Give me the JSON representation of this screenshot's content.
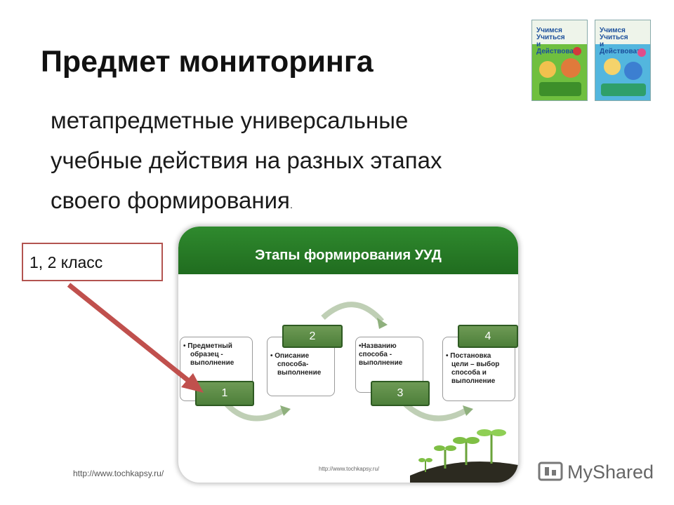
{
  "slide": {
    "title": "Предмет мониторинга",
    "subtitle_lines": [
      "метапредметные универсальные",
      "учебные действия на разных этапах",
      "своего формирования"
    ],
    "subtitle_end": "."
  },
  "books": [
    {
      "title_line1": "Учимся",
      "title_line2": "Учиться",
      "title_line3": "и Действовать",
      "color": "#6fbf3f"
    },
    {
      "title_line1": "Учимся",
      "title_line2": "Учиться",
      "title_line3": "и Действовать",
      "color": "#53b6de"
    }
  ],
  "callout": {
    "text": "1, 2 класс",
    "border_color": "#b35450",
    "arrow_color": "#c0504d"
  },
  "diagram": {
    "header": "Этапы формирования УУД",
    "header_color": "#2f8a2e",
    "steps": [
      {
        "number": "1",
        "text_lines": [
          "• Предметный",
          "образец -",
          "выполнение"
        ]
      },
      {
        "number": "2",
        "text_lines": [
          "• Описание",
          "способа-",
          "выполнение"
        ]
      },
      {
        "number": "3",
        "text_lines": [
          "•Названию",
          "способа -",
          "выполнение"
        ]
      },
      {
        "number": "4",
        "text_lines": [
          "• Постановка",
          "цели – выбор",
          "способа и",
          "выполнение"
        ]
      }
    ],
    "source": "http://www.tochkapsy.ru/"
  },
  "footer": {
    "source_url": "http://www.tochkapsy.ru/",
    "brand": "MyShared"
  }
}
